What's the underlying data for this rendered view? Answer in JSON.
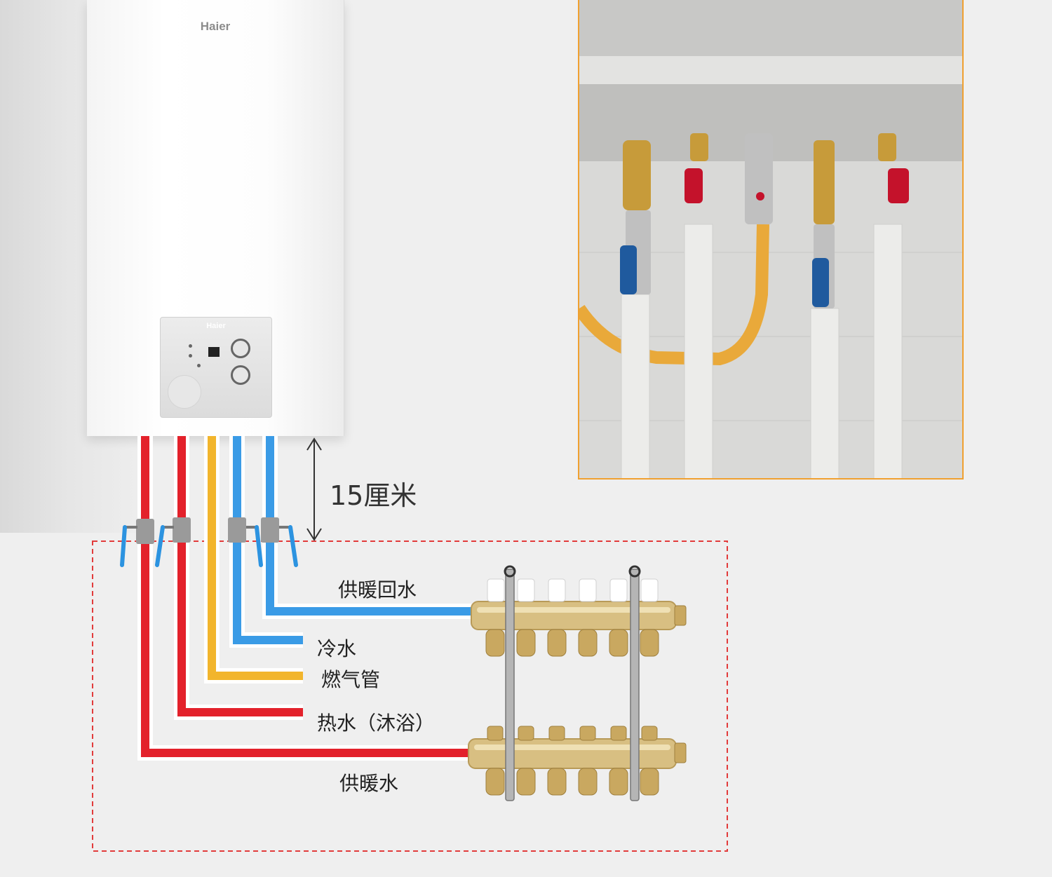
{
  "boiler": {
    "brand": "Haier",
    "panel_brand": "Haier"
  },
  "dimension": {
    "label": "15厘米"
  },
  "pipes": {
    "heating_return": "供暖回水",
    "cold_water": "冷水",
    "gas_pipe": "燃气管",
    "hot_water_shower": "热水（沐浴）",
    "heating_supply": "供暖水"
  },
  "colors": {
    "hot": "#e3212b",
    "cold": "#3a9be6",
    "gas": "#f2b52c",
    "brass": "#d8bf82",
    "boundary": "#e23b3b",
    "photo_frame": "#f0a030"
  },
  "photo": {
    "subject": "installed-boiler-pipe-connections"
  }
}
